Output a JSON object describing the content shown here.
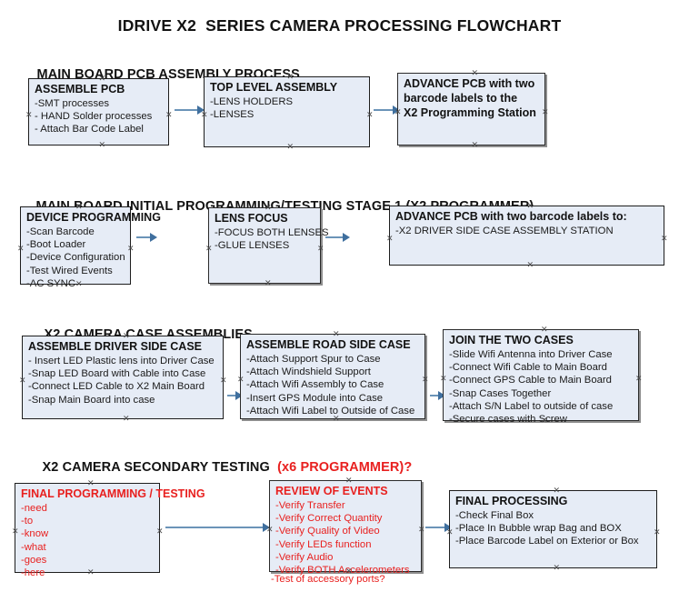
{
  "document": {
    "title": "IDRIVE X2  SERIES CAMERA PROCESSING FLOWCHART",
    "colors": {
      "box_fill": "#e6ecf6",
      "box_border": "#1d1d1d",
      "arrow": "#6b94b8",
      "arrow_head": "#3f6f9e",
      "text": "#121212",
      "accent_red": "#e8201f"
    }
  },
  "sections": [
    {
      "id": "main-board-pcb-assembly",
      "heading": "MAIN BOARD PCB ASSEMBLY PROCESS",
      "heading_accent": "",
      "nodes": [
        {
          "id": "assemble-pcb",
          "title": "ASSEMBLE PCB",
          "lines": [
            "-SMT processes",
            "- HAND Solder processes",
            "- Attach Bar Code Label"
          ]
        },
        {
          "id": "top-level-assembly",
          "title": "TOP LEVEL ASSEMBLY",
          "lines": [
            "-LENS HOLDERS",
            "-LENSES"
          ]
        },
        {
          "id": "advance-pcb-programming-station",
          "title": "ADVANCE PCB with two",
          "title_lines": [
            "ADVANCE PCB with two",
            "barcode labels to the",
            " X2 Programming Station"
          ],
          "lines": []
        }
      ]
    },
    {
      "id": "main-board-initial-programming",
      "heading": "MAIN BOARD INITIAL PROGRAMMING/TESTING STAGE 1 (X2 PROGRAMMER)",
      "heading_accent": "",
      "nodes": [
        {
          "id": "device-programming",
          "title": "DEVICE PROGRAMMING",
          "lines": [
            "-Scan Barcode",
            "-Boot Loader",
            "-Device Configuration",
            "-Test Wired Events",
            "-AC SYNC"
          ]
        },
        {
          "id": "lens-focus",
          "title": "LENS FOCUS",
          "lines": [
            "-FOCUS BOTH LENSES",
            "-GLUE LENSES"
          ]
        },
        {
          "id": "advance-pcb-driver-side-case",
          "title": "ADVANCE PCB with two barcode labels to:",
          "lines": [
            "-X2 DRIVER  SIDE  CASE  ASSEMBLY STATION"
          ]
        }
      ]
    },
    {
      "id": "x2-camera-case-assemblies",
      "heading": "X2 CAMERA CASE ASSEMBLIES",
      "heading_accent": "",
      "nodes": [
        {
          "id": "assemble-driver-side-case",
          "title": "ASSEMBLE DRIVER SIDE CASE",
          "lines": [
            "- Insert LED Plastic lens into Driver Case",
            "-Snap LED Board with Cable into Case",
            "-Connect LED Cable to X2 Main Board",
            "-Snap Main Board into case"
          ]
        },
        {
          "id": "assemble-road-side-case",
          "title": "ASSEMBLE ROAD SIDE CASE",
          "lines": [
            "-Attach Support Spur to Case",
            "-Attach Windshield Support",
            "-Attach Wifi Assembly to Case",
            "-Insert GPS Module into Case",
            "-Attach Wifi Label to Outside of Case"
          ]
        },
        {
          "id": "join-the-two-cases",
          "title": "JOIN THE TWO CASES",
          "lines": [
            "-Slide Wifi Antenna into Driver Case",
            "-Connect Wifi Cable to Main Board",
            "-Connect GPS Cable to Main Board",
            "-Snap Cases Together",
            "-Attach S/N Label to outside of case",
            "-Secure cases with Screw"
          ]
        }
      ]
    },
    {
      "id": "x2-camera-secondary-testing",
      "heading": "X2 CAMERA SECONDARY TESTING  ",
      "heading_accent": "(x6 PROGRAMMER)?",
      "nodes": [
        {
          "id": "final-programming-testing",
          "title": "FINAL PROGRAMMING / TESTING",
          "lines": [
            "-need",
            "-to",
            "-know",
            "-what",
            "-goes",
            "-here"
          ]
        },
        {
          "id": "review-of-events",
          "title": "REVIEW OF EVENTS",
          "lines": [
            "-Verify Transfer",
            "-Verify Correct Quantity",
            "-Verify Quality of Video",
            "-Verify LEDs function",
            "-Verify Audio",
            "-Verify BOTH Accelerometers"
          ],
          "overflow_line": "-Test of accessory ports?"
        },
        {
          "id": "final-processing",
          "title": "FINAL PROCESSING",
          "lines": [
            " -Check Final Box",
            "-Place In Bubble wrap Bag and BOX",
            "-Place Barcode Label on Exterior or Box"
          ]
        }
      ]
    }
  ]
}
